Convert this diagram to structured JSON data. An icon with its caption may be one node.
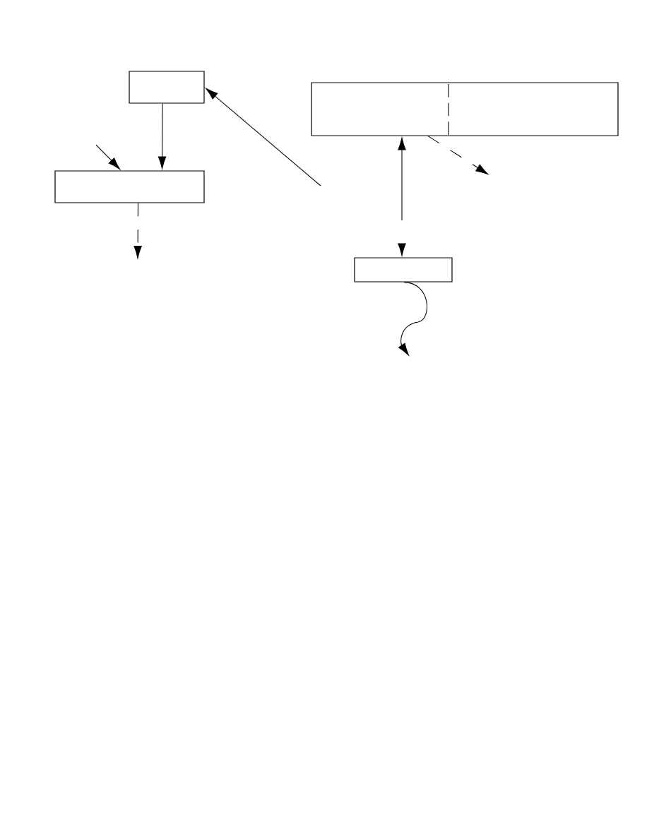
{
  "diagram": {
    "nodes": [
      {
        "text": [],
        "shape": "box"
      },
      {
        "text": [],
        "shape": "box"
      },
      {
        "text": [],
        "shape": "box"
      },
      {
        "text": [],
        "shape": "box"
      }
    ],
    "edges": [
      {
        "from": 0,
        "to": 1,
        "arrow": "to"
      },
      {
        "from": null,
        "to": 1,
        "arrow": "to"
      },
      {
        "from": 1,
        "to": null,
        "arrow": "to",
        "style": "dashed"
      },
      {
        "from": null,
        "to": 0,
        "arrow": "to"
      },
      {
        "from": 2,
        "to": null,
        "arrow": "to",
        "style": "dashed"
      },
      {
        "from": 2,
        "to": 3,
        "arrow": "both",
        "style": "dashed"
      },
      {
        "from": 3,
        "to": null,
        "arrow": "to"
      }
    ]
  }
}
